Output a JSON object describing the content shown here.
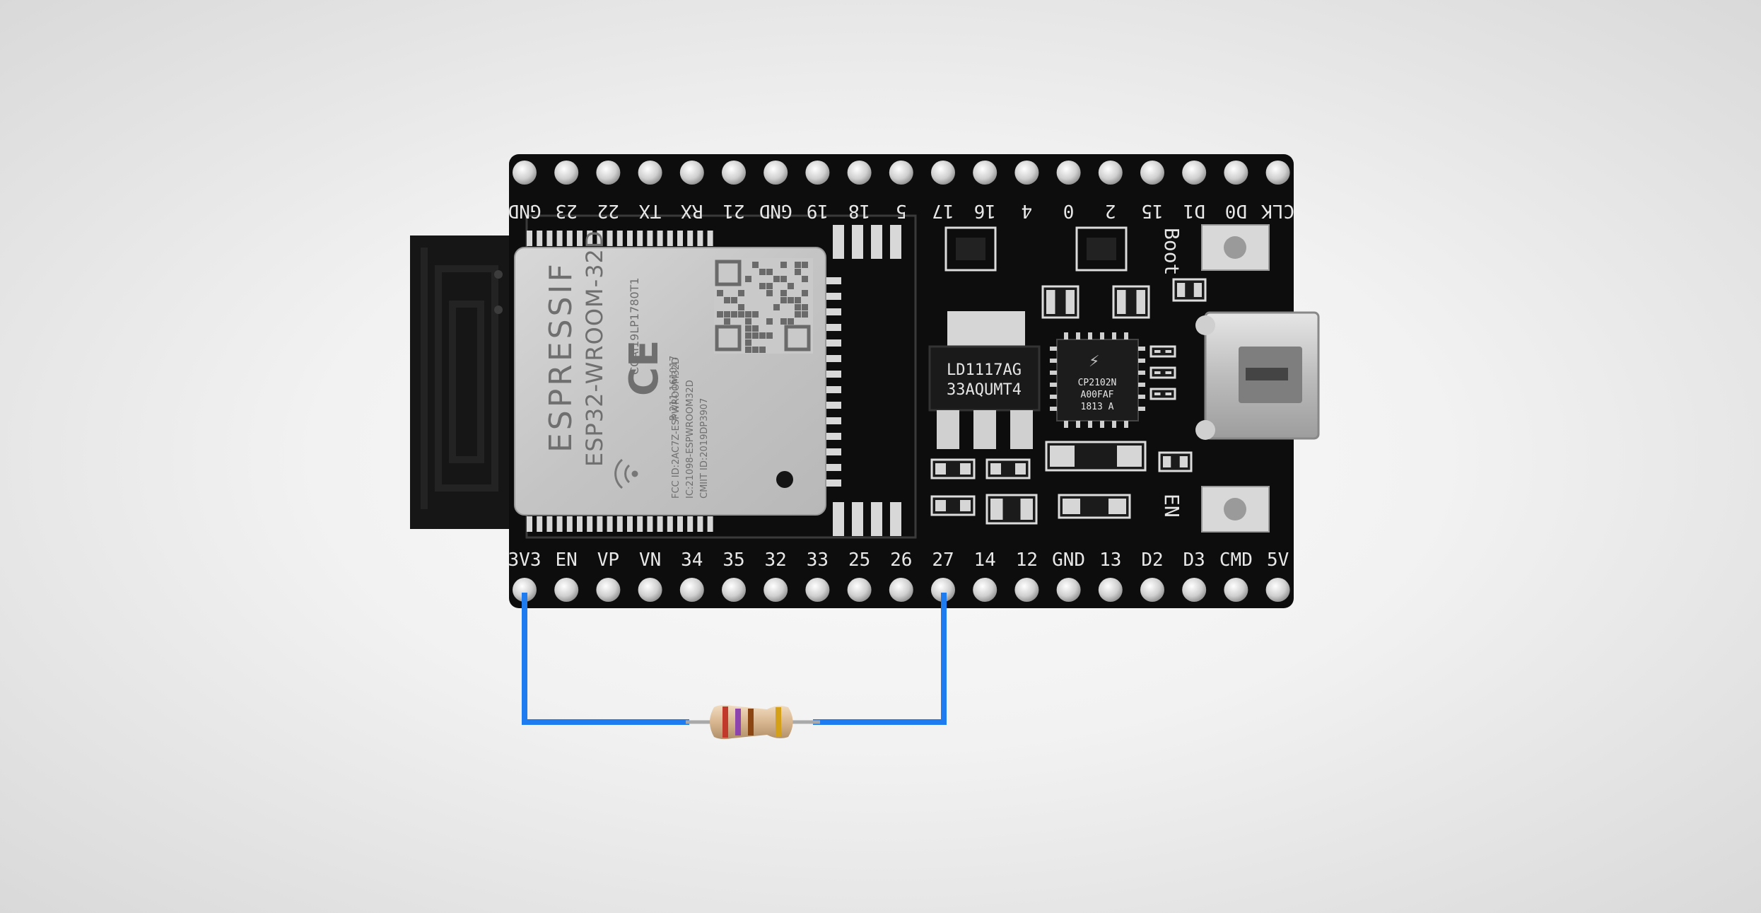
{
  "board": {
    "top_pins": [
      "GND",
      "23",
      "22",
      "TX",
      "RX",
      "21",
      "GND",
      "19",
      "18",
      "5",
      "17",
      "16",
      "4",
      "0",
      "2",
      "15",
      "D1",
      "D0",
      "CLK"
    ],
    "bottom_pins": [
      "3V3",
      "EN",
      "VP",
      "VN",
      "34",
      "35",
      "32",
      "33",
      "25",
      "26",
      "27",
      "14",
      "12",
      "GND",
      "13",
      "D2",
      "D3",
      "CMD",
      "5V"
    ],
    "boot_label": "Boot",
    "en_label": "EN",
    "regulator_line1": "LD1117AG",
    "regulator_line2": "33AQUMT4",
    "usb_chip_line1": "CP2102N",
    "usb_chip_line2": "A00FAF",
    "usb_chip_line3": "1813 A"
  },
  "module": {
    "brand": "ESPRESSIF",
    "model": "ESP32-WROOM-32D",
    "ce_mark": "CE",
    "fcc_line": "FCC ID:2AC7Z-ESPWROOM32D",
    "ic_line": "IC:21098-ESPWROOM32D",
    "cmiit_line": "CMIIT ID:2019DP3907",
    "approval_line": "CCAI19LP1780T1",
    "tc_line": "R 211-161017"
  },
  "colors": {
    "pcb": "#0d0d0d",
    "wire": "#1e7bf0",
    "shield": "#cfcfcf",
    "antenna": "#161616"
  },
  "circuit": {
    "from_pin": "3V3",
    "to_pin": "27"
  }
}
